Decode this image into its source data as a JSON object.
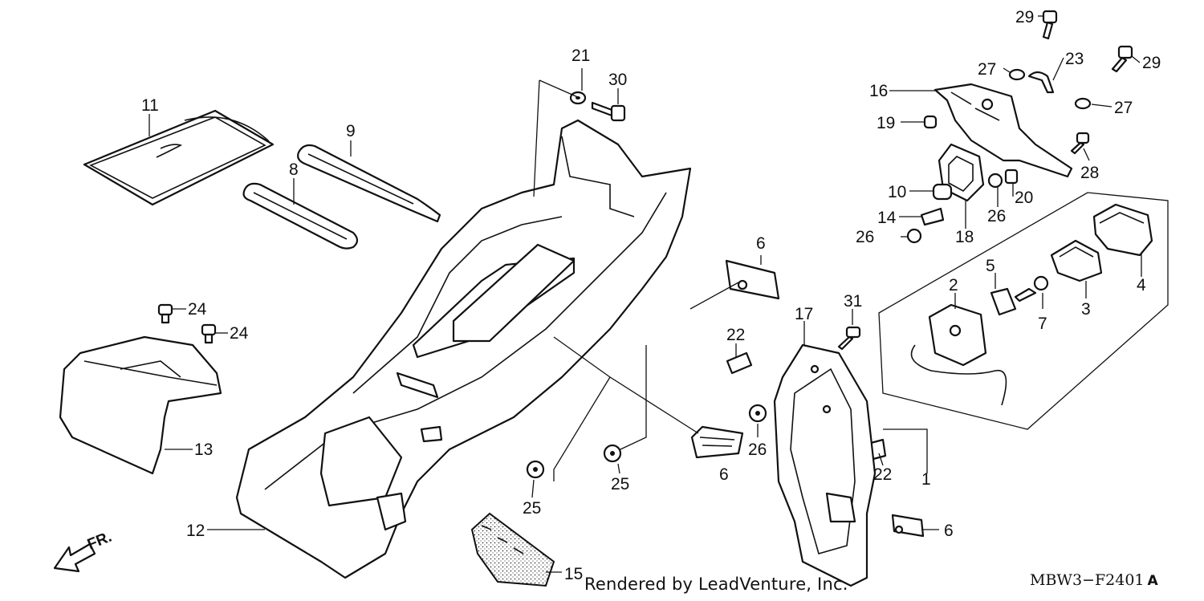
{
  "callouts": [
    {
      "id": "c1",
      "text": "1"
    },
    {
      "id": "c2",
      "text": "2"
    },
    {
      "id": "c3",
      "text": "3"
    },
    {
      "id": "c4",
      "text": "4"
    },
    {
      "id": "c5",
      "text": "5"
    },
    {
      "id": "c6a",
      "text": "6"
    },
    {
      "id": "c6b",
      "text": "6"
    },
    {
      "id": "c6c",
      "text": "6"
    },
    {
      "id": "c7",
      "text": "7"
    },
    {
      "id": "c8",
      "text": "8"
    },
    {
      "id": "c9",
      "text": "9"
    },
    {
      "id": "c10",
      "text": "10"
    },
    {
      "id": "c11",
      "text": "11"
    },
    {
      "id": "c12",
      "text": "12"
    },
    {
      "id": "c13",
      "text": "13"
    },
    {
      "id": "c14",
      "text": "14"
    },
    {
      "id": "c15",
      "text": "15"
    },
    {
      "id": "c16",
      "text": "16"
    },
    {
      "id": "c17",
      "text": "17"
    },
    {
      "id": "c18",
      "text": "18"
    },
    {
      "id": "c19",
      "text": "19"
    },
    {
      "id": "c20",
      "text": "20"
    },
    {
      "id": "c21",
      "text": "21"
    },
    {
      "id": "c22a",
      "text": "22"
    },
    {
      "id": "c22b",
      "text": "22"
    },
    {
      "id": "c23",
      "text": "23"
    },
    {
      "id": "c24a",
      "text": "24"
    },
    {
      "id": "c24b",
      "text": "24"
    },
    {
      "id": "c25a",
      "text": "25"
    },
    {
      "id": "c25b",
      "text": "25"
    },
    {
      "id": "c26a",
      "text": "26"
    },
    {
      "id": "c26b",
      "text": "26"
    },
    {
      "id": "c26c",
      "text": "26"
    },
    {
      "id": "c27a",
      "text": "27"
    },
    {
      "id": "c27b",
      "text": "27"
    },
    {
      "id": "c28",
      "text": "28"
    },
    {
      "id": "c29a",
      "text": "29"
    },
    {
      "id": "c29b",
      "text": "29"
    },
    {
      "id": "c30",
      "text": "30"
    },
    {
      "id": "c31",
      "text": "31"
    }
  ],
  "front_marker": "FR.",
  "credit": "Rendered by LeadVenture, Inc.",
  "diagram_code": "MBW3−F2401",
  "diagram_code_suffix": "A"
}
